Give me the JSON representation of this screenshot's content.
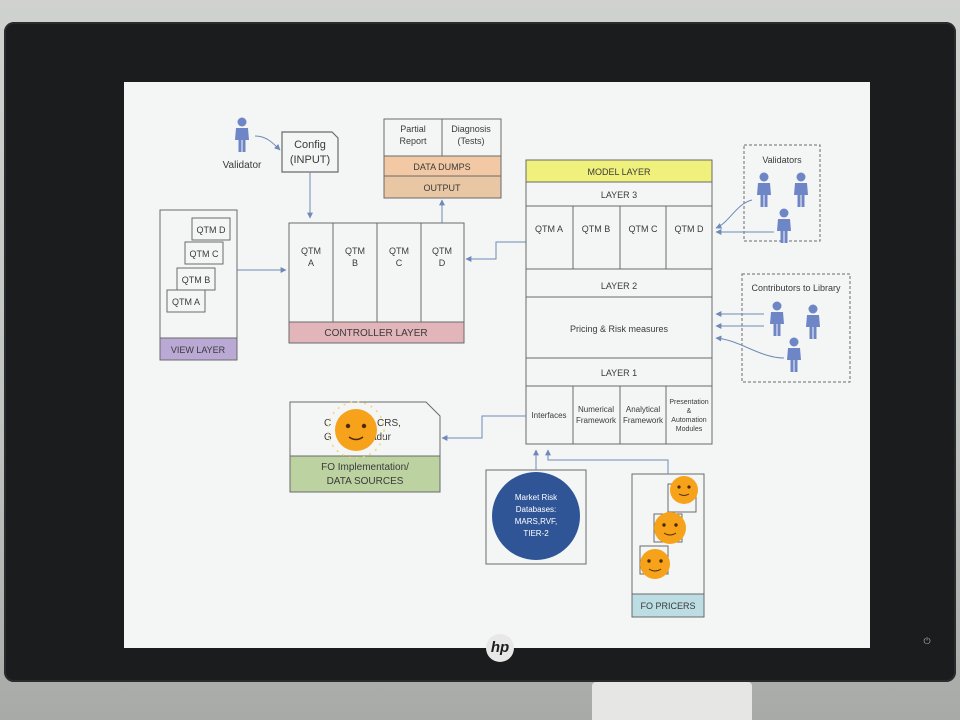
{
  "brand_logo": "hp",
  "diagram": {
    "validator_label": "Validator",
    "config_label_1": "Config",
    "config_label_2": "(INPUT)",
    "partial_label_1": "Partial",
    "partial_label_2": "Report",
    "diagnosis_label_1": "Diagnosis",
    "diagnosis_label_2": "(Tests)",
    "data_dumps_label": "DATA DUMPS",
    "output_label": "OUTPUT",
    "view_layer": {
      "stack": [
        "QTM D",
        "QTM C",
        "QTM B",
        "QTM A"
      ],
      "label": "VIEW LAYER"
    },
    "controller_layer": {
      "columns": [
        {
          "line1": "QTM",
          "line2": "A"
        },
        {
          "line1": "QTM",
          "line2": "B"
        },
        {
          "line1": "QTM",
          "line2": "C"
        },
        {
          "line1": "QTM",
          "line2": "D"
        }
      ],
      "label": "CONTROLLER LAYER"
    },
    "model_layer": {
      "title": "MODEL LAYER",
      "layer3": "LAYER 3",
      "layer3_cells": [
        "QTM A",
        "QTM B",
        "QTM C",
        "QTM D"
      ],
      "layer2": "LAYER 2",
      "pricing": "Pricing & Risk measures",
      "layer1": "LAYER 1",
      "interfaces": "Interfaces",
      "numerical_1": "Numerical",
      "numerical_2": "Framework",
      "analytical_1": "Analytical",
      "analytical_2": "Framework",
      "presentation_1": "Presentation",
      "presentation_2": "&",
      "presentation_3": "Automation",
      "presentation_4": "Modules"
    },
    "validators_label": "Validators",
    "contributors_label": "Contributors to Library",
    "fo_impl": {
      "text_1": "C",
      "text_1b": "CRS,",
      "text_2": "G",
      "text_2b": "adur",
      "label_1": "FO Implementation/",
      "label_2": "DATA SOURCES"
    },
    "market_risk": {
      "line1": "Market Risk",
      "line2": "Databases:",
      "line3": "MARS,RVF,",
      "line4": "TIER-2"
    },
    "fo_pricers_label": "FO PRICERS"
  },
  "colors": {
    "view_layer": "#b9a9d4",
    "controller_layer": "#e2b5bb",
    "model_layer_header": "#f0f07c",
    "data_dumps": "#f2c9a4",
    "output": "#e9c7a4",
    "fo_impl": "#bcd3a1",
    "fo_pricers": "#bcdde3",
    "market_risk": "#2f5597",
    "person": "#6e86c6",
    "line": "#6f8ab8",
    "box_border": "#6a6a6a",
    "emoji_sun": "#f7a21b"
  }
}
